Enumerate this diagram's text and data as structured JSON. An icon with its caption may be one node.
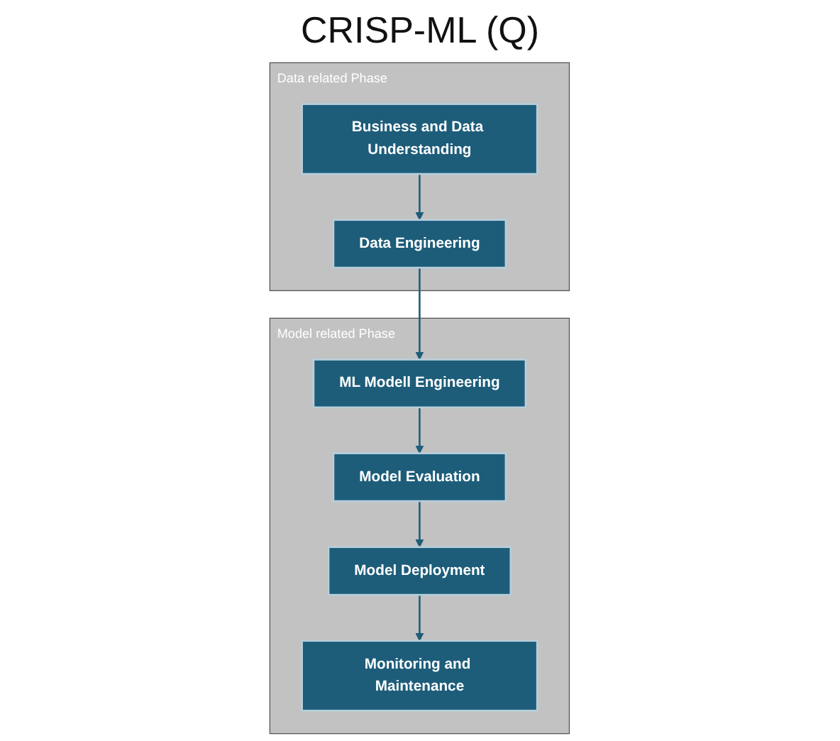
{
  "diagram": {
    "nodes": [
      {
        "text": [
          "Data related Phase"
        ]
      },
      {
        "text": [
          "Business and Data Understanding"
        ],
        "in": 0
      },
      {
        "text": [
          "Data Engineering"
        ],
        "in": 0
      },
      {
        "text": [
          "Model related Phase"
        ]
      },
      {
        "text": [
          "ML Modell Engineering"
        ],
        "in": 3
      },
      {
        "text": [
          "Model Evaluation"
        ],
        "in": 3
      },
      {
        "text": [
          "Model Deployment"
        ],
        "in": 3
      },
      {
        "text": [
          "Monitoring and Maintenance"
        ],
        "in": 3
      }
    ],
    "edges": [
      {
        "from": 1,
        "to": 2,
        "arrow": "to"
      },
      {
        "from": 2,
        "to": 4,
        "arrow": "to"
      },
      {
        "from": 4,
        "to": 5,
        "arrow": "to"
      },
      {
        "from": 5,
        "to": 6,
        "arrow": "to"
      },
      {
        "from": 6,
        "to": 7,
        "arrow": "to"
      }
    ],
    "labels": [
      "CRISP-ML (Q)"
    ]
  }
}
